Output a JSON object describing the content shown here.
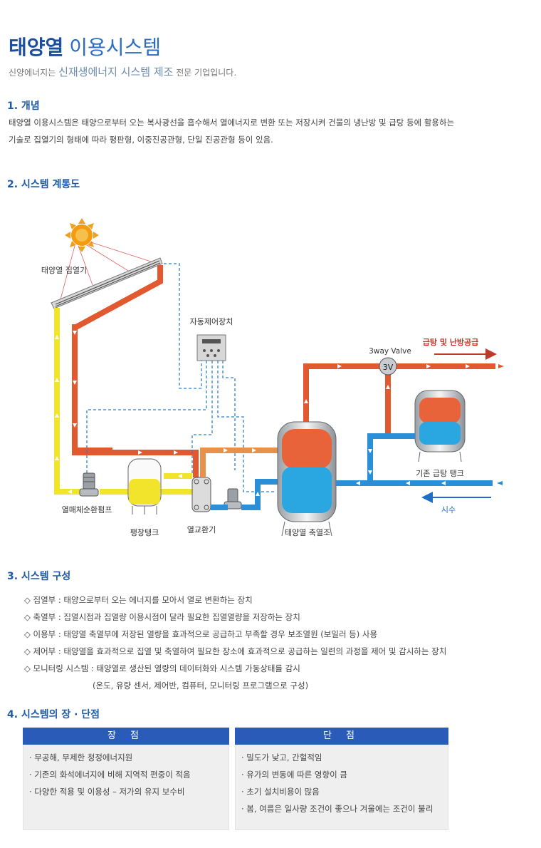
{
  "header": {
    "title_bold": "태양열",
    "title_light": "이용시스템",
    "subtitle_pre": "신양에너지는",
    "subtitle_big": "신재생에너지 시스템 제조",
    "subtitle_post": "전문 기업입니다."
  },
  "section1": {
    "heading": "1. 개념",
    "line1": "태양열 이용시스템은 태양으로부터 오는 복사광선을 흡수해서 열에너지로 변환 또는 저장시켜 건물의 냉난방 및 급탕 등에 활용하는",
    "line2": "기술로 집열기의 형태에 따라 평판형, 이중진공관형, 단일 진공관형 등이 있음."
  },
  "section2": {
    "heading": "2. 시스템 계통도",
    "diagram": {
      "collector": "태양열 집열기",
      "controller": "자동제어장치",
      "valve": "3way Valve",
      "valve_mark": "3V",
      "supply": "급탕 및 난방공급",
      "existing_tank": "기존 급탕 탱크",
      "pump": "열매체순환펌프",
      "expansion_tank": "팽창탱크",
      "heat_exchanger": "열교환기",
      "storage_tank": "태양열 축열조",
      "city_water": "시수"
    },
    "colors": {
      "hot": "#e2582f",
      "cold": "#2a8fd6",
      "glycol": "#f1e42b",
      "control": "#2a7fd0",
      "title": "#1e5aa8"
    }
  },
  "section3": {
    "heading": "3. 시스템 구성",
    "items": [
      "◇ 집열부 : 태양으로부터 오는 에너지를 모아서 열로 변환하는 장치",
      "◇ 축열부 : 집열시점과 집열량 이용시점이 달라 필요한 집열열량을 저장하는 장치",
      "◇ 이용부 : 태양열 축열부에 저장된 열량을 효과적으로 공급하고 부족할 경우 보조열원 (보일러 등) 사용",
      "◇ 제어부 : 태양열을 효과적으로 집열 및 축열하여 필요한 장소에 효과적으로 공급하는 일련의 과정을 제어 및 감시하는 장치",
      "◇ 모니터링 시스템 : 태양열로 생산된 열량의 데이터화와 시스템 가동상태를 감시"
    ],
    "sub": "(온도, 유량 센서, 제어반, 컴퓨터, 모니터링 프로그램으로 구성)"
  },
  "section4": {
    "heading": "4. 시스템의 장 · 단점",
    "pros_header": "장 점",
    "cons_header": "단 점",
    "pros": [
      "· 무공해, 무제한 청정에너지원",
      "· 기존의 화석에너지에 비해 지역적 편중이 적음",
      "· 다양한 적용 및 이용성 – 저가의 유지 보수비"
    ],
    "cons": [
      "· 밀도가 낮고, 간헐적임",
      "· 유가의 변동에 따른 영향이 큼",
      "· 초기 설치비용이 많음",
      "· 봄, 여름은 일사량 조건이 좋으나 겨울에는 조건이 불리"
    ]
  }
}
